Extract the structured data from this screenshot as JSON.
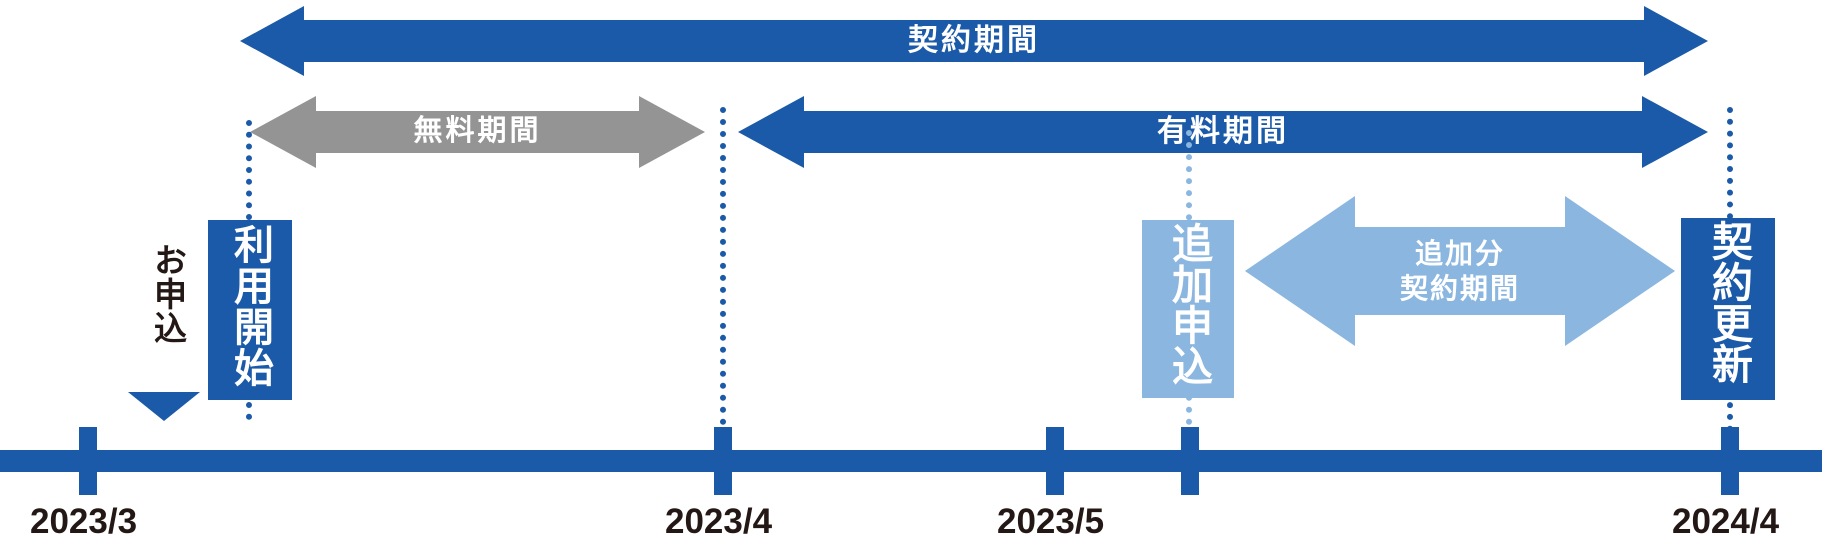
{
  "diagram": {
    "title_hidden": "",
    "colors": {
      "dark_blue": "#1b5aa8",
      "light_blue": "#8ab6e0",
      "gray": "#949494",
      "text_dark": "#231815",
      "white": "#ffffff"
    }
  },
  "bars": [
    {
      "key": "contract_period",
      "label": "契約期間",
      "color": "#1b5aa8",
      "heads": "both",
      "start_date": "2023/3",
      "end_date": "2024/4"
    },
    {
      "key": "free_period",
      "label": "無料期間",
      "color": "#949494",
      "heads": "both",
      "start_date": "2023/3",
      "end_date": "2023/4"
    },
    {
      "key": "paid_period",
      "label": "有料期間",
      "color": "#1b5aa8",
      "heads": "both",
      "start_date": "2023/4",
      "end_date": "2024/4"
    },
    {
      "key": "additional_contract_period",
      "label": "追加分\n契約期間",
      "color": "#8ab6e0",
      "heads": "both",
      "start_date": "2023/5",
      "end_date": "2024/4"
    }
  ],
  "events": [
    {
      "key": "application",
      "label": "お申込",
      "style": "plain-vertical-text",
      "color": "#231815"
    },
    {
      "key": "start_use",
      "label": "利用開始",
      "style": "filled-box",
      "color": "#1b5aa8"
    },
    {
      "key": "additional_application",
      "label": "追加申込",
      "style": "filled-box",
      "color": "#8ab6e0"
    },
    {
      "key": "contract_renewal",
      "label": "契約更新",
      "style": "filled-box",
      "color": "#1b5aa8"
    }
  ],
  "axis": {
    "ticks": [
      {
        "label": "2023/3"
      },
      {
        "label": "2023/4"
      },
      {
        "label": "2023/5"
      },
      {
        "label": "2024/4"
      }
    ],
    "unlabeled_tick_count": 1
  }
}
